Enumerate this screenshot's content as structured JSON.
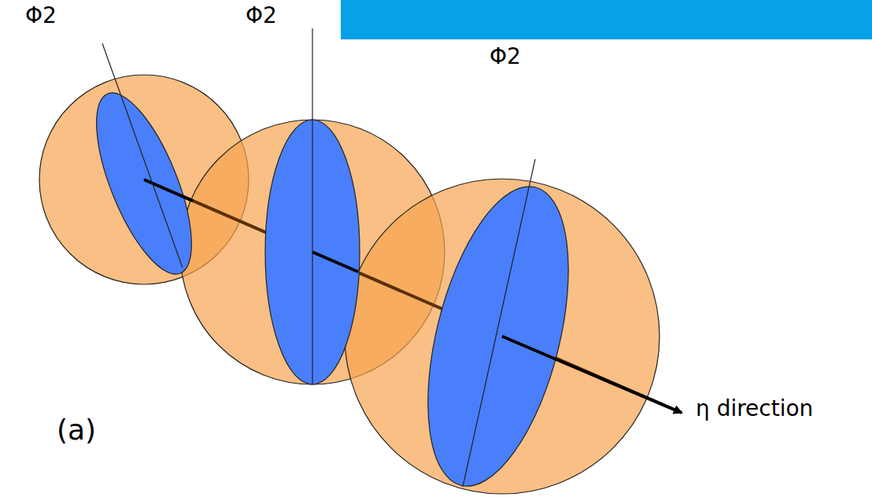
{
  "diagram": {
    "labels": [
      "Φ2",
      "Φ2",
      "Φ2",
      "(a)",
      "η direction"
    ]
  }
}
